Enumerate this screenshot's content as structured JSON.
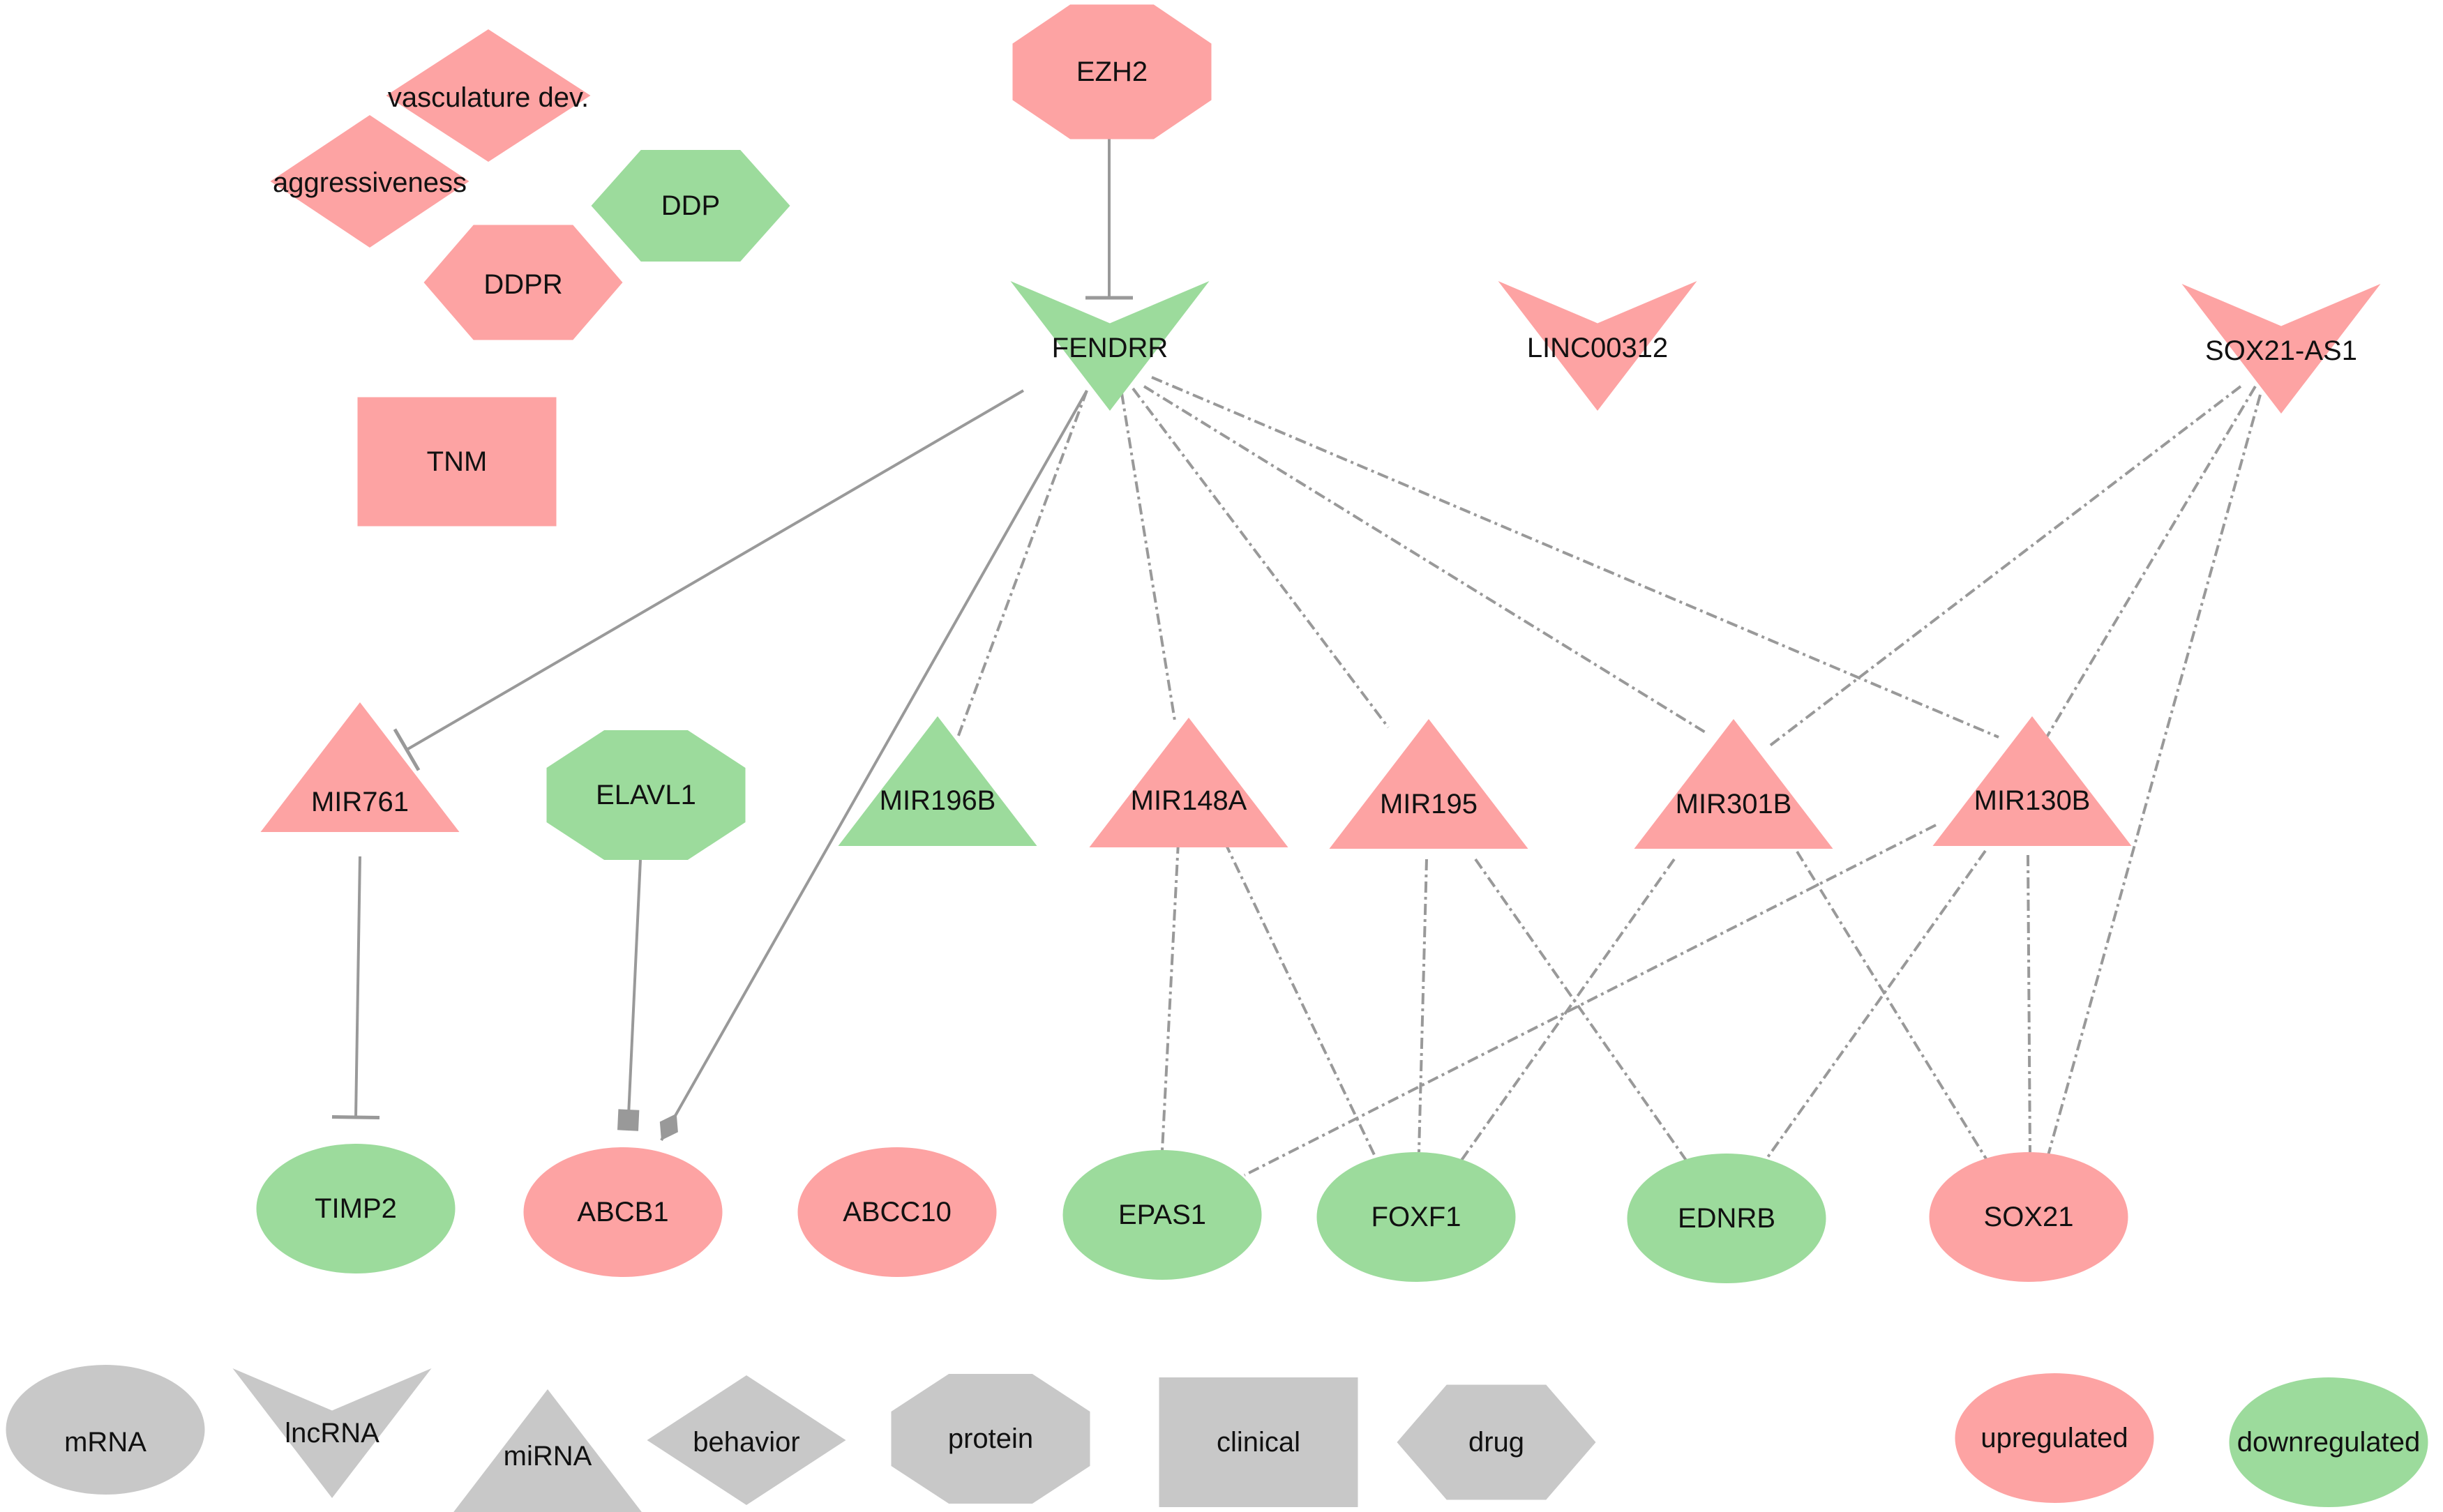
{
  "colors": {
    "up": "#fda3a3",
    "down": "#9cdb9c",
    "legend": "#c8c8c8",
    "edge": "#999999"
  },
  "nodes": [
    {
      "id": "n-ezh2",
      "label": "EZH2",
      "shape": "octagon",
      "status": "up"
    },
    {
      "id": "n-vasc",
      "label": "vasculature dev.",
      "shape": "diamond",
      "status": "up"
    },
    {
      "id": "n-aggr",
      "label": "aggressiveness",
      "shape": "diamond",
      "status": "up"
    },
    {
      "id": "n-ddp",
      "label": "DDP",
      "shape": "hexagon",
      "status": "down"
    },
    {
      "id": "n-ddpr",
      "label": "DDPR",
      "shape": "hexagon",
      "status": "up"
    },
    {
      "id": "n-tnm",
      "label": "TNM",
      "shape": "rect",
      "status": "up"
    },
    {
      "id": "n-fendrr",
      "label": "FENDRR",
      "shape": "vee",
      "status": "down"
    },
    {
      "id": "n-linc",
      "label": "LINC00312",
      "shape": "vee",
      "status": "up"
    },
    {
      "id": "n-sox21as1",
      "label": "SOX21-AS1",
      "shape": "vee",
      "status": "up"
    },
    {
      "id": "n-mir761",
      "label": "MIR761",
      "shape": "triangle",
      "status": "up"
    },
    {
      "id": "n-elavl1",
      "label": "ELAVL1",
      "shape": "octagon",
      "status": "down"
    },
    {
      "id": "n-mir196b",
      "label": "MIR196B",
      "shape": "triangle",
      "status": "down"
    },
    {
      "id": "n-mir148a",
      "label": "MIR148A",
      "shape": "triangle",
      "status": "up"
    },
    {
      "id": "n-mir195",
      "label": "MIR195",
      "shape": "triangle",
      "status": "up"
    },
    {
      "id": "n-mir301b",
      "label": "MIR301B",
      "shape": "triangle",
      "status": "up"
    },
    {
      "id": "n-mir130b",
      "label": "MIR130B",
      "shape": "triangle",
      "status": "up"
    },
    {
      "id": "n-timp2",
      "label": "TIMP2",
      "shape": "ellipse",
      "status": "down"
    },
    {
      "id": "n-abcb1",
      "label": "ABCB1",
      "shape": "ellipse",
      "status": "up"
    },
    {
      "id": "n-abcc10",
      "label": "ABCC10",
      "shape": "ellipse",
      "status": "up"
    },
    {
      "id": "n-epas1",
      "label": "EPAS1",
      "shape": "ellipse",
      "status": "down"
    },
    {
      "id": "n-foxf1",
      "label": "FOXF1",
      "shape": "ellipse",
      "status": "down"
    },
    {
      "id": "n-ednrb",
      "label": "EDNRB",
      "shape": "ellipse",
      "status": "down"
    },
    {
      "id": "n-sox21",
      "label": "SOX21",
      "shape": "ellipse",
      "status": "up"
    }
  ],
  "edges": [
    {
      "from": "n-ezh2",
      "to": "n-fendrr",
      "type": "inhibit"
    },
    {
      "from": "n-fendrr",
      "to": "n-mir761",
      "type": "inhibit"
    },
    {
      "from": "n-fendrr",
      "to": "n-abcb1",
      "type": "diamond"
    },
    {
      "from": "n-elavl1",
      "to": "n-abcb1",
      "type": "square"
    },
    {
      "from": "n-mir761",
      "to": "n-timp2",
      "type": "inhibit"
    },
    {
      "from": "n-fendrr",
      "to": "n-mir196b",
      "type": "dashed"
    },
    {
      "from": "n-fendrr",
      "to": "n-mir148a",
      "type": "dashed"
    },
    {
      "from": "n-fendrr",
      "to": "n-mir195",
      "type": "dashed"
    },
    {
      "from": "n-fendrr",
      "to": "n-mir301b",
      "type": "dashed"
    },
    {
      "from": "n-fendrr",
      "to": "n-mir130b",
      "type": "dashed"
    },
    {
      "from": "n-sox21as1",
      "to": "n-mir301b",
      "type": "dashed"
    },
    {
      "from": "n-sox21as1",
      "to": "n-mir130b",
      "type": "dashed"
    },
    {
      "from": "n-sox21as1",
      "to": "n-sox21",
      "type": "dashed"
    },
    {
      "from": "n-mir148a",
      "to": "n-epas1",
      "type": "dashed"
    },
    {
      "from": "n-mir148a",
      "to": "n-foxf1",
      "type": "dashed"
    },
    {
      "from": "n-mir195",
      "to": "n-foxf1",
      "type": "dashed"
    },
    {
      "from": "n-mir195",
      "to": "n-ednrb",
      "type": "dashed"
    },
    {
      "from": "n-mir301b",
      "to": "n-foxf1",
      "type": "dashed"
    },
    {
      "from": "n-mir301b",
      "to": "n-sox21",
      "type": "dashed"
    },
    {
      "from": "n-mir130b",
      "to": "n-epas1",
      "type": "dashed"
    },
    {
      "from": "n-mir130b",
      "to": "n-ednrb",
      "type": "dashed"
    },
    {
      "from": "n-mir130b",
      "to": "n-sox21",
      "type": "dashed"
    }
  ],
  "legend": {
    "shapes": [
      {
        "id": "lg-mrna",
        "label": "mRNA",
        "shape": "ellipse"
      },
      {
        "id": "lg-lncrna",
        "label": "lncRNA",
        "shape": "vee"
      },
      {
        "id": "lg-mirna",
        "label": "miRNA",
        "shape": "triangle"
      },
      {
        "id": "lg-behavior",
        "label": "behavior",
        "shape": "diamond"
      },
      {
        "id": "lg-protein",
        "label": "protein",
        "shape": "octagon"
      },
      {
        "id": "lg-clinical",
        "label": "clinical",
        "shape": "rect"
      },
      {
        "id": "lg-drug",
        "label": "drug",
        "shape": "hexagon"
      }
    ],
    "status": [
      {
        "id": "lg-up",
        "label": "upregulated",
        "status": "up"
      },
      {
        "id": "lg-down",
        "label": "downregulated",
        "status": "down"
      }
    ]
  }
}
